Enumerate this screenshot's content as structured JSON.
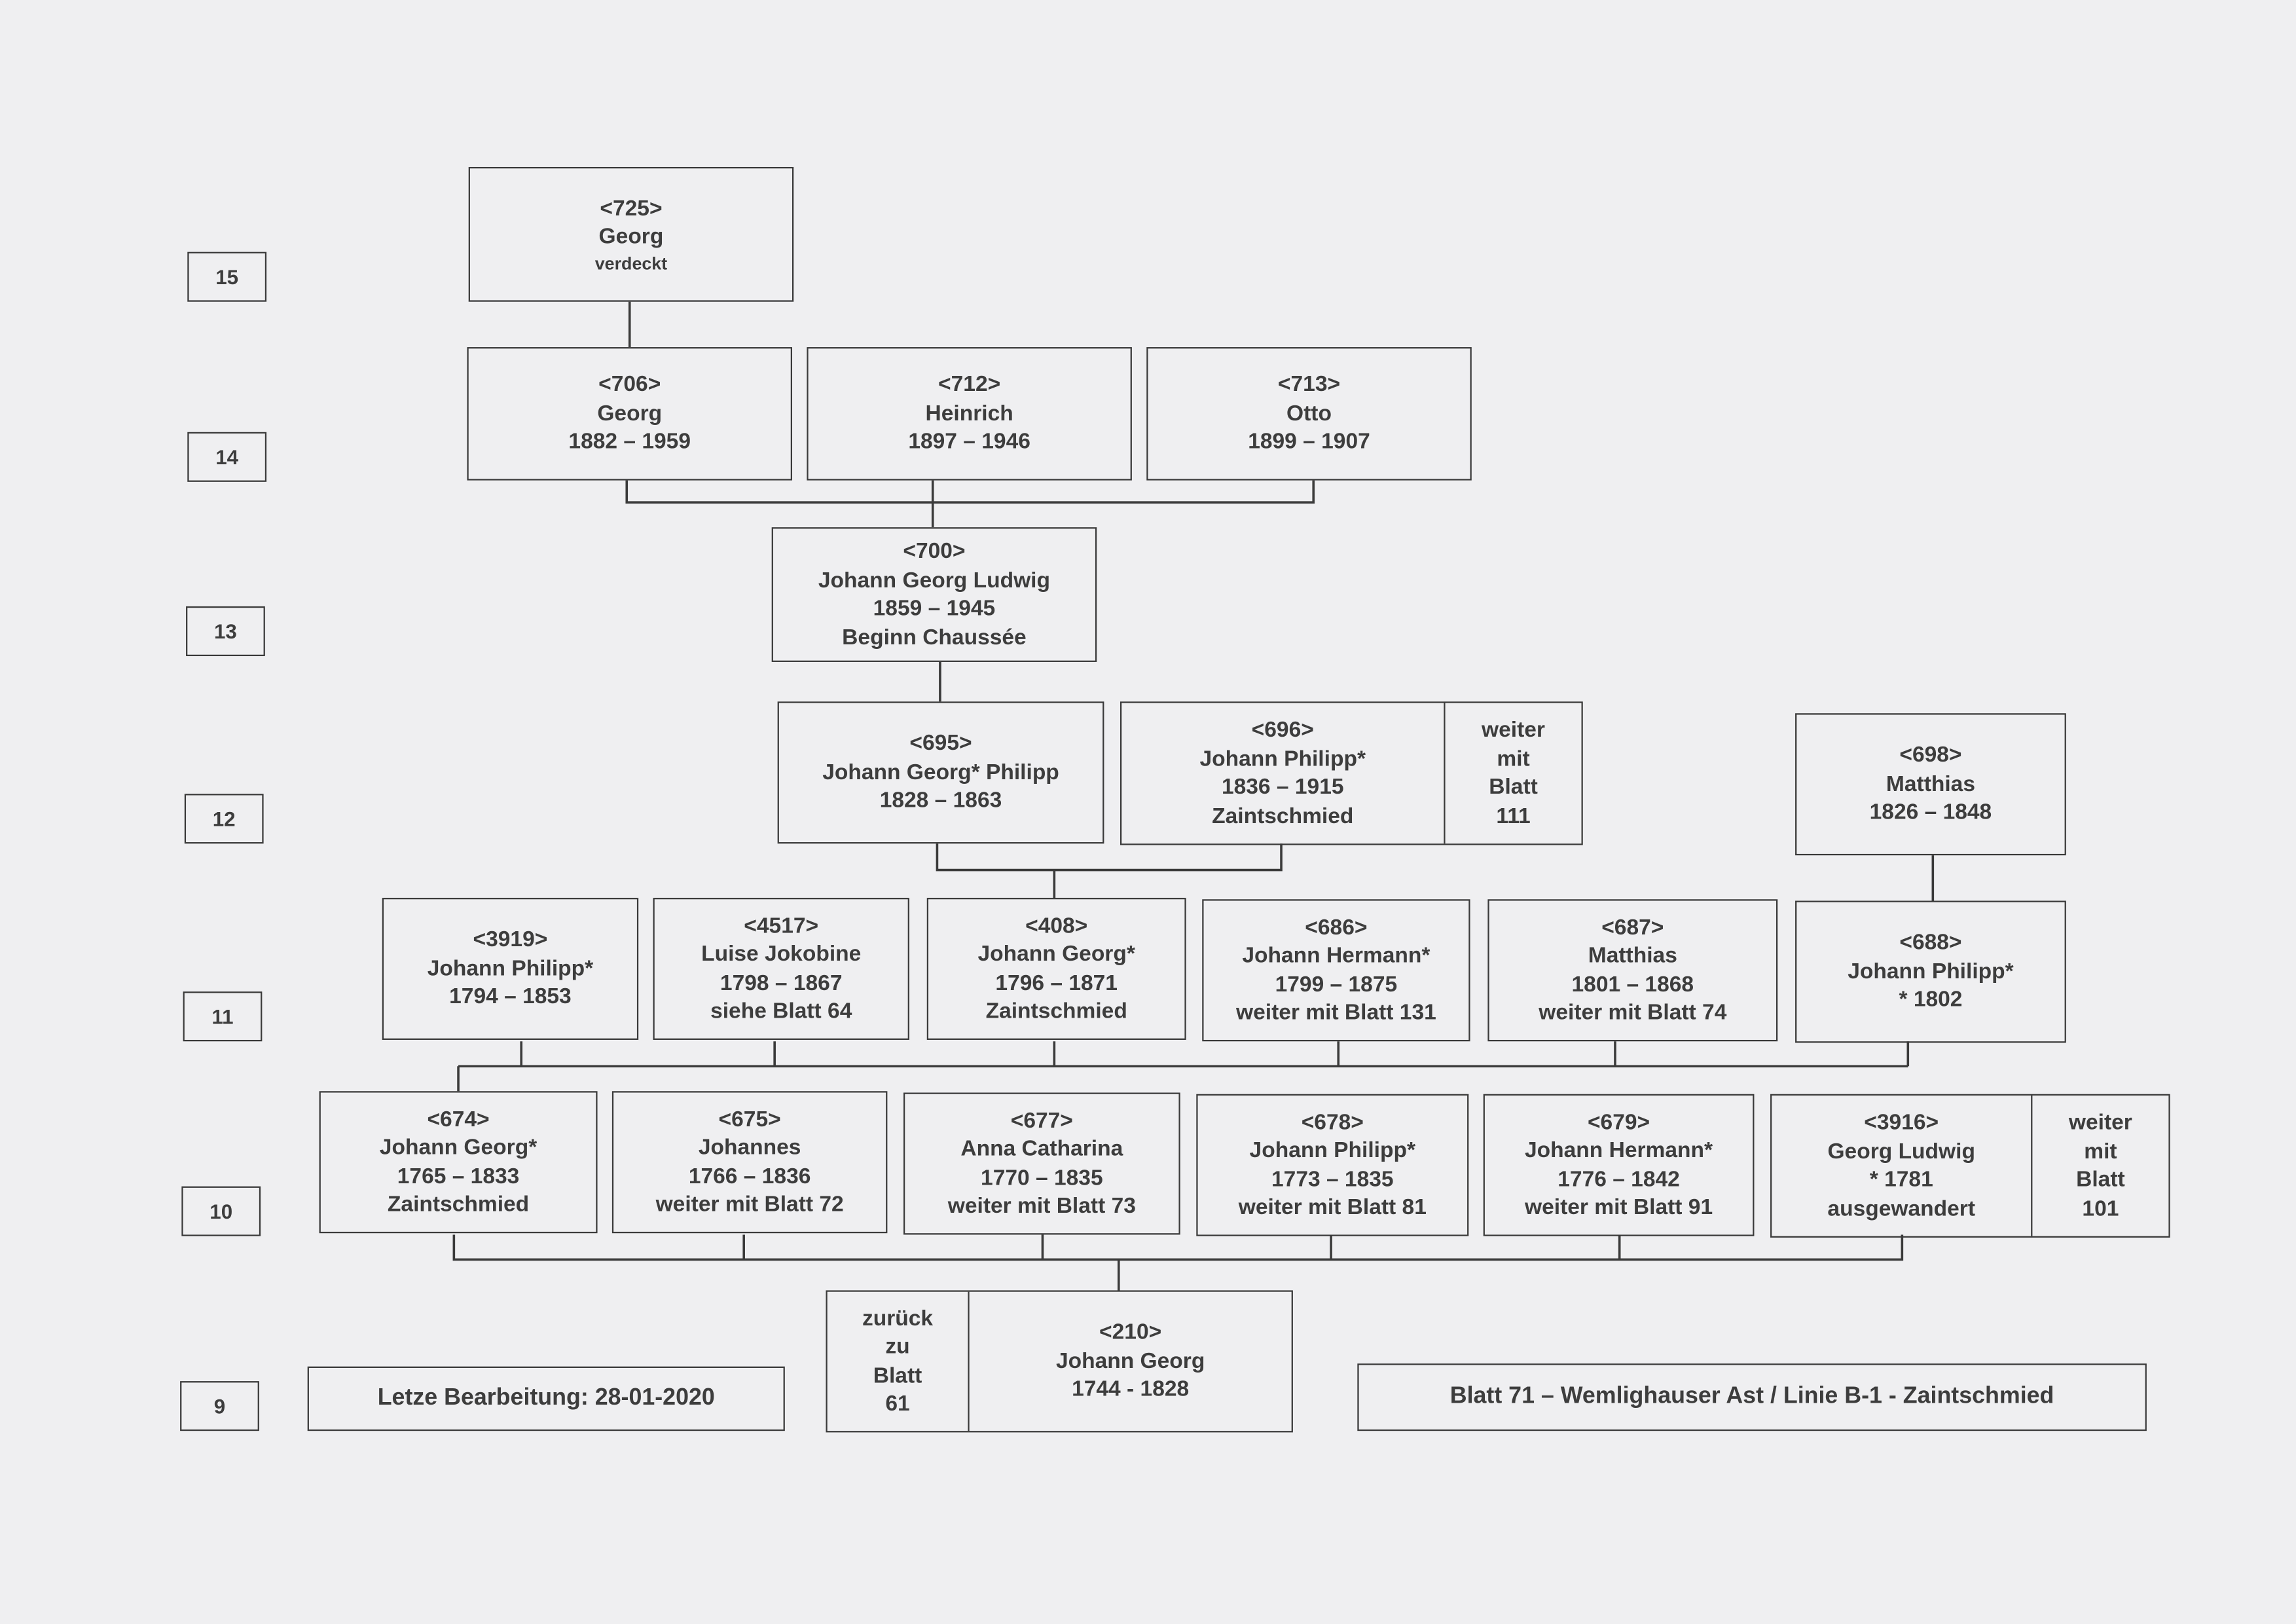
{
  "levels": [
    "15",
    "14",
    "13",
    "12",
    "11",
    "10",
    "9"
  ],
  "persons": {
    "p725": {
      "id": "<725>",
      "name": "Georg",
      "note": "verdeckt"
    },
    "p706": {
      "id": "<706>",
      "name": "Georg",
      "dates": "1882 – 1959"
    },
    "p712": {
      "id": "<712>",
      "name": "Heinrich",
      "dates": "1897 – 1946"
    },
    "p713": {
      "id": "<713>",
      "name": "Otto",
      "dates": "1899 – 1907"
    },
    "p700": {
      "id": "<700>",
      "name": "Johann Georg Ludwig",
      "dates": "1859 – 1945",
      "note": "Beginn Chaussée"
    },
    "p695": {
      "id": "<695>",
      "name": "Johann Georg* Philipp",
      "dates": "1828 – 1863"
    },
    "p696": {
      "id": "<696>",
      "name": "Johann Philipp*",
      "dates": "1836 – 1915",
      "note": "Zaintschmied",
      "side": [
        "weiter",
        "mit",
        "Blatt",
        "111"
      ]
    },
    "p698": {
      "id": "<698>",
      "name": "Matthias",
      "dates": "1826 – 1848"
    },
    "p3919": {
      "id": "<3919>",
      "name": "Johann Philipp*",
      "dates": "1794 – 1853"
    },
    "p4517": {
      "id": "<4517>",
      "name": "Luise Jokobine",
      "dates": "1798 – 1867",
      "note": "siehe Blatt 64"
    },
    "p408": {
      "id": "<408>",
      "name": "Johann Georg*",
      "dates": "1796 – 1871",
      "note": "Zaintschmied"
    },
    "p686": {
      "id": "<686>",
      "name": "Johann Hermann*",
      "dates": "1799 – 1875",
      "note": "weiter mit Blatt 131"
    },
    "p687": {
      "id": "<687>",
      "name": "Matthias",
      "dates": "1801 – 1868",
      "note": "weiter mit Blatt 74"
    },
    "p688": {
      "id": "<688>",
      "name": "Johann Philipp*",
      "dates": "* 1802"
    },
    "p674": {
      "id": "<674>",
      "name": "Johann Georg*",
      "dates": "1765 – 1833",
      "note": "Zaintschmied"
    },
    "p675": {
      "id": "<675>",
      "name": "Johannes",
      "dates": "1766 – 1836",
      "note": "weiter mit Blatt 72"
    },
    "p677": {
      "id": "<677>",
      "name": "Anna Catharina",
      "dates": "1770 – 1835",
      "note": "weiter mit Blatt 73"
    },
    "p678": {
      "id": "<678>",
      "name": "Johann Philipp*",
      "dates": "1773 – 1835",
      "note": "weiter mit Blatt 81"
    },
    "p679": {
      "id": "<679>",
      "name": "Johann Hermann*",
      "dates": "1776 – 1842",
      "note": "weiter mit Blatt 91"
    },
    "p3916": {
      "id": "<3916>",
      "name": "Georg Ludwig",
      "dates": "* 1781",
      "note": "ausgewandert",
      "side": [
        "weiter",
        "mit",
        "Blatt",
        "101"
      ]
    },
    "p210": {
      "id": "<210>",
      "name": "Johann Georg",
      "dates": "1744 - 1828",
      "back": [
        "zurück",
        "zu",
        "Blatt",
        "61"
      ]
    }
  },
  "footer": {
    "last_edit": "Letze Bearbeitung: 28-01-2020",
    "sheet": "Blatt 71 – Wemlighauser Ast / Linie B-1 - Zaintschmied"
  }
}
